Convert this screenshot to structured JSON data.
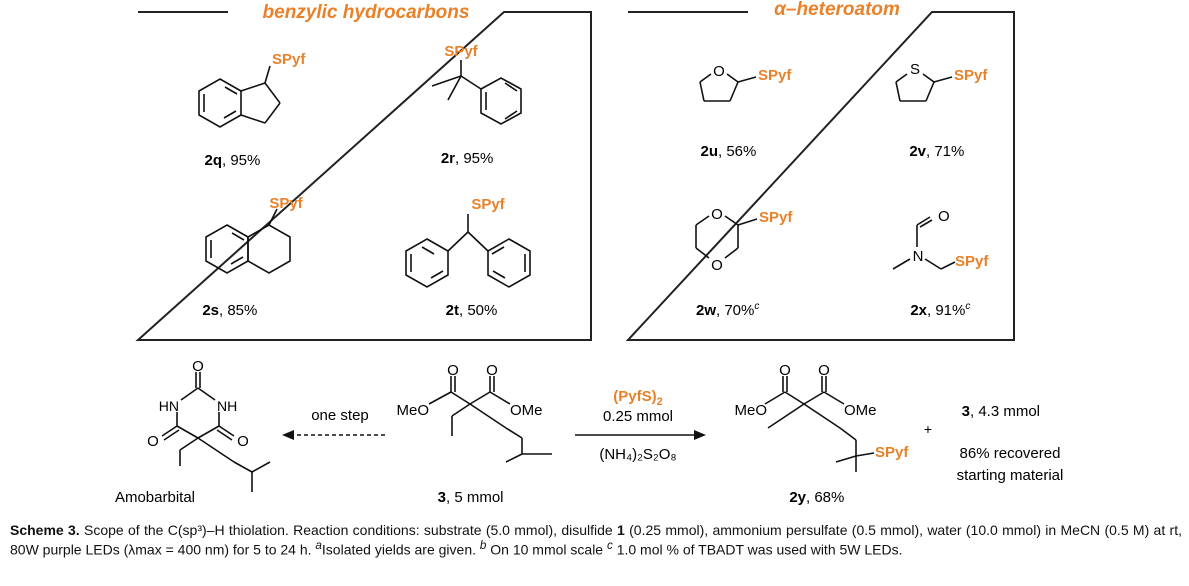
{
  "panels": {
    "left_title": "benzylic hydrocarbons",
    "right_title": "α–heteroatom"
  },
  "compounds": {
    "q": {
      "id": "2q",
      "yield": ", 95%",
      "sub": "SPyf"
    },
    "r": {
      "id": "2r",
      "yield": ", 95%",
      "sub": "SPyf"
    },
    "s": {
      "id": "2s",
      "yield": ", 85%",
      "sub": "SPyf"
    },
    "t": {
      "id": "2t",
      "yield": ", 50%",
      "sub": "SPyf"
    },
    "u": {
      "id": "2u",
      "yield": ", 56%",
      "sub": "SPyf"
    },
    "v": {
      "id": "2v",
      "yield": ", 71%",
      "sub": "SPyf"
    },
    "w": {
      "id": "2w",
      "yield": ", 70%",
      "sup": "c",
      "sub": "SPyf"
    },
    "x": {
      "id": "2x",
      "yield": ", 91%",
      "sup": "c",
      "sub": "SPyf"
    }
  },
  "scheme": {
    "amobarbital": "Amobarbital",
    "one_step": "one step",
    "sm_id": "3",
    "sm_label": ", 5 mmol",
    "reagent1": "(PyfS)",
    "reagent1_sub": "2",
    "reagent1_amount": "0.25 mmol",
    "reagent2": "(NH₄)₂S₂O₈",
    "prod_id": "2y",
    "prod_label": ", 68%",
    "plus": "+",
    "recovered_id": "3",
    "recovered_amount": ", 4.3 mmol",
    "recovered_line1": "86% recovered",
    "recovered_line2": "starting material"
  },
  "atoms": {
    "O": "O",
    "S": "S",
    "N": "N",
    "HN": "HN",
    "NH": "NH",
    "MeO": "MeO",
    "OMe": "OMe",
    "SPyf": "SPyf"
  },
  "caption": {
    "label": "Scheme 3.",
    "text": " Scope of the C(sp³)–H thiolation. Reaction conditions: substrate (5.0 mmol), disulfide ",
    "bold1": "1",
    "text2": " (0.25 mmol), ammonium persulfate (0.5 mmol), water (10.0 mmol) in MeCN (0.5 M) at rt, 80W purple LEDs (λmax = 400 nm) for 5 to 24 h. ",
    "note_a": "a",
    "text3": "Isolated yields are given. ",
    "note_b": "b",
    "text4": " On 10 mmol scale ",
    "note_c": "c",
    "text5": " 1.0 mol % of TBADT was used with 5W LEDs."
  },
  "colors": {
    "accent": "#e8822a",
    "ink": "#111111"
  }
}
